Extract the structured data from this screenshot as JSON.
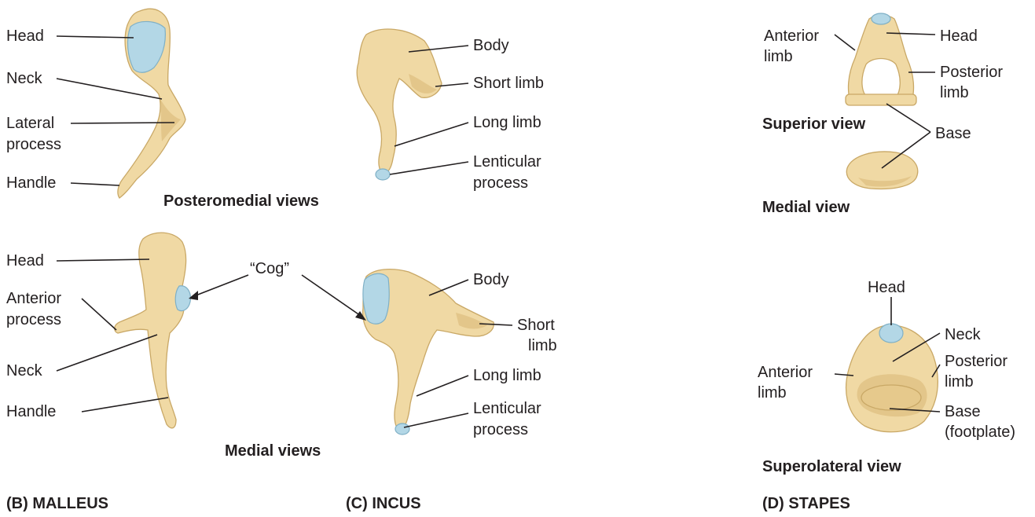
{
  "colors": {
    "bone": "#f0d9a4",
    "bone_shadow": "#dcbc7c",
    "cartilage": "#b3d7e6",
    "line": "#231f20"
  },
  "malleus": {
    "title": "(B) MALLEUS",
    "posteromedial": {
      "head": "Head",
      "neck": "Neck",
      "lateral_process_1": "Lateral",
      "lateral_process_2": "process",
      "handle": "Handle"
    },
    "medial": {
      "head": "Head",
      "anterior_process_1": "Anterior",
      "anterior_process_2": "process",
      "neck": "Neck",
      "handle": "Handle"
    }
  },
  "incus": {
    "title": "(C) INCUS",
    "posteromedial": {
      "body": "Body",
      "short_limb": "Short limb",
      "long_limb": "Long limb",
      "lenticular_1": "Lenticular",
      "lenticular_2": "process"
    },
    "medial": {
      "cog": "“Cog”",
      "body": "Body",
      "short_limb_1": "Short",
      "short_limb_2": "limb",
      "long_limb": "Long limb",
      "lenticular_1": "Lenticular",
      "lenticular_2": "process"
    }
  },
  "stapes": {
    "title": "(D) STAPES",
    "superior": {
      "anterior_limb_1": "Anterior",
      "anterior_limb_2": "limb",
      "head": "Head",
      "posterior_limb_1": "Posterior",
      "posterior_limb_2": "limb",
      "base": "Base"
    },
    "superolateral": {
      "head": "Head",
      "neck": "Neck",
      "anterior_limb_1": "Anterior",
      "anterior_limb_2": "limb",
      "posterior_limb_1": "Posterior",
      "posterior_limb_2": "limb",
      "base_1": "Base",
      "base_2": "(footplate)"
    }
  },
  "captions": {
    "posteromedial_views": "Posteromedial views",
    "medial_views": "Medial views",
    "superior_view": "Superior view",
    "medial_view": "Medial view",
    "superolateral_view": "Superolateral view"
  }
}
